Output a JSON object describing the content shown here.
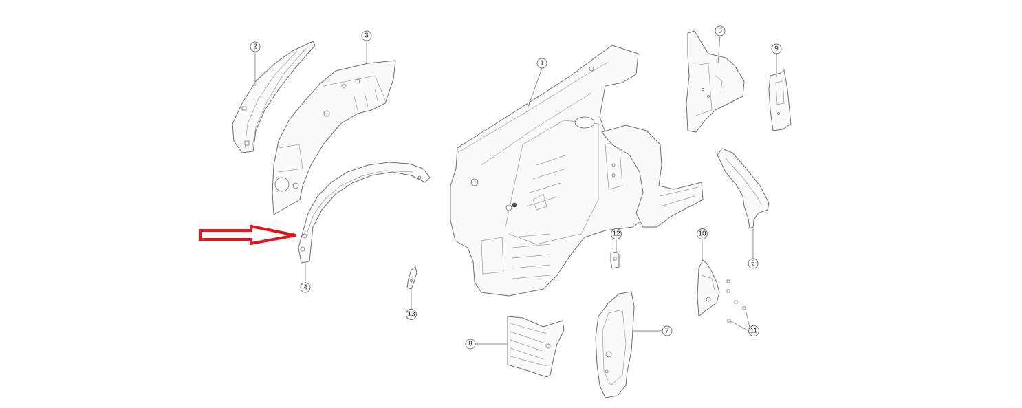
{
  "diagram": {
    "type": "exploded-parts-diagram",
    "subject": "rear wheel housing / quarter inner panel assembly",
    "highlight_color": "#e0161d",
    "highlighted_part": "4",
    "callouts": [
      {
        "id": "c1",
        "label": "1"
      },
      {
        "id": "c2",
        "label": "2"
      },
      {
        "id": "c3",
        "label": "3"
      },
      {
        "id": "c4",
        "label": "4"
      },
      {
        "id": "c5",
        "label": "5"
      },
      {
        "id": "c6",
        "label": "6"
      },
      {
        "id": "c7",
        "label": "7"
      },
      {
        "id": "c8",
        "label": "8"
      },
      {
        "id": "c9",
        "label": "9"
      },
      {
        "id": "c10",
        "label": "10"
      },
      {
        "id": "c11",
        "label": "11"
      },
      {
        "id": "c12",
        "label": "12"
      },
      {
        "id": "c13",
        "label": "13"
      }
    ]
  }
}
